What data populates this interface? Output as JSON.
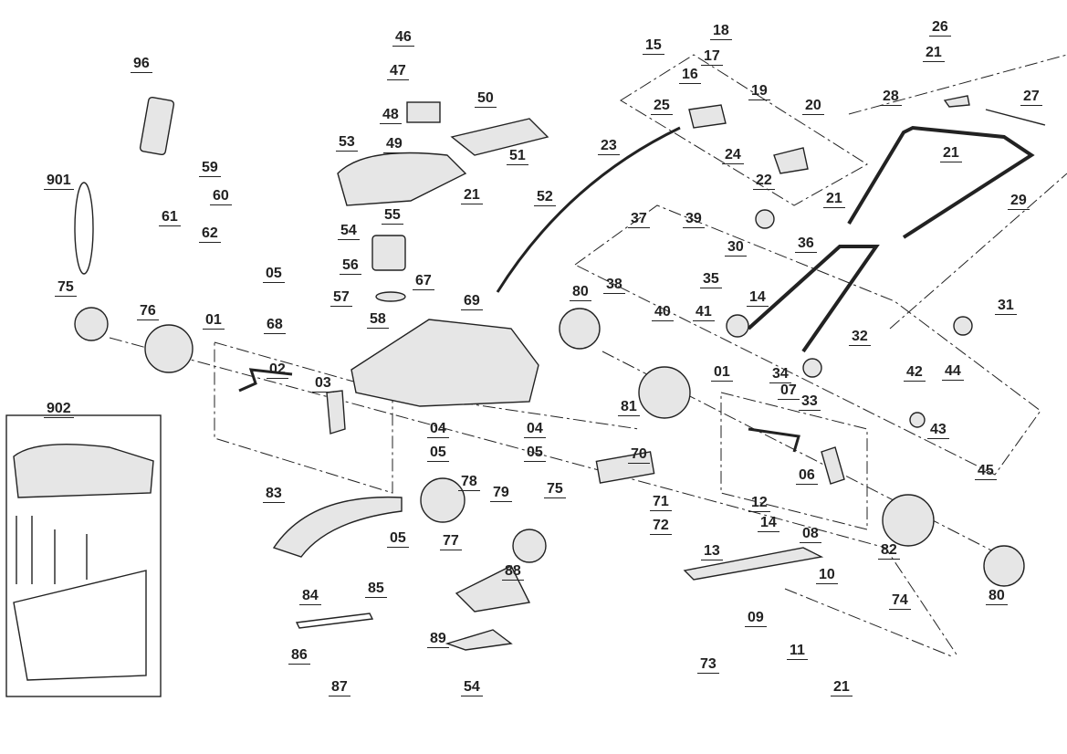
{
  "diagram": {
    "type": "exploded parts diagram",
    "colors": {
      "line": "#222222",
      "part_fill": "#e6e6e6",
      "background": "#ffffff"
    },
    "part_labels": [
      "96",
      "901",
      "59",
      "60",
      "61",
      "62",
      "46",
      "47",
      "48",
      "49",
      "50",
      "53",
      "51",
      "21",
      "52",
      "54",
      "55",
      "56",
      "57",
      "67",
      "58",
      "05",
      "68",
      "69",
      "75",
      "76",
      "01",
      "02",
      "03",
      "902",
      "04",
      "05",
      "04",
      "05",
      "70",
      "71",
      "72",
      "83",
      "05",
      "77",
      "78",
      "79",
      "75",
      "88",
      "84",
      "85",
      "86",
      "87",
      "89",
      "54",
      "23",
      "15",
      "16",
      "17",
      "18",
      "25",
      "19",
      "24",
      "22",
      "20",
      "21",
      "21",
      "26",
      "28",
      "27",
      "21",
      "29",
      "37",
      "39",
      "30",
      "36",
      "38",
      "35",
      "40",
      "41",
      "14",
      "80",
      "32",
      "34",
      "31",
      "33",
      "42",
      "44",
      "43",
      "45",
      "81",
      "01",
      "07",
      "06",
      "12",
      "14",
      "13",
      "08",
      "10",
      "09",
      "11",
      "73",
      "74",
      "21",
      "82",
      "80"
    ]
  }
}
